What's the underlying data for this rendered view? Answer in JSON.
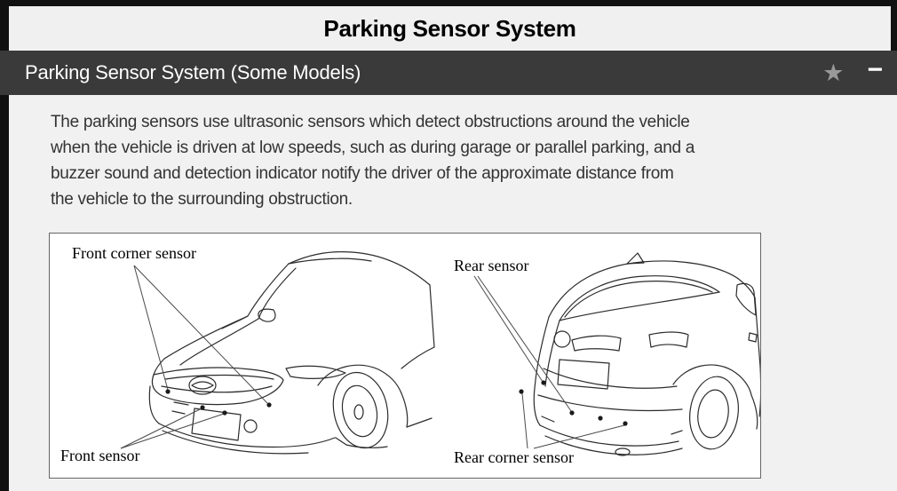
{
  "page": {
    "title": "Parking Sensor System"
  },
  "section_bar": {
    "title": "Parking Sensor System (Some Models)",
    "favorite_icon": "★",
    "minimize_icon": "−"
  },
  "body": {
    "paragraph": "The parking sensors use ultrasonic sensors which detect obstructions around the vehicle\nwhen the vehicle is driven at low speeds, such as during garage or parallel parking, and a\nbuzzer sound and detection indicator notify the driver of the approximate distance from\nthe vehicle to the surrounding obstruction."
  },
  "figure": {
    "labels": {
      "front_corner": "Front corner sensor",
      "front": "Front sensor",
      "rear": "Rear sensor",
      "rear_corner": "Rear corner sensor"
    }
  },
  "colors": {
    "frame": "#111111",
    "title_band_bg": "#f0f0f0",
    "header_bg": "#3a3a3a",
    "content_bg": "#f1f1f1",
    "star": "#999999",
    "line_art": "#2b2b2b"
  }
}
